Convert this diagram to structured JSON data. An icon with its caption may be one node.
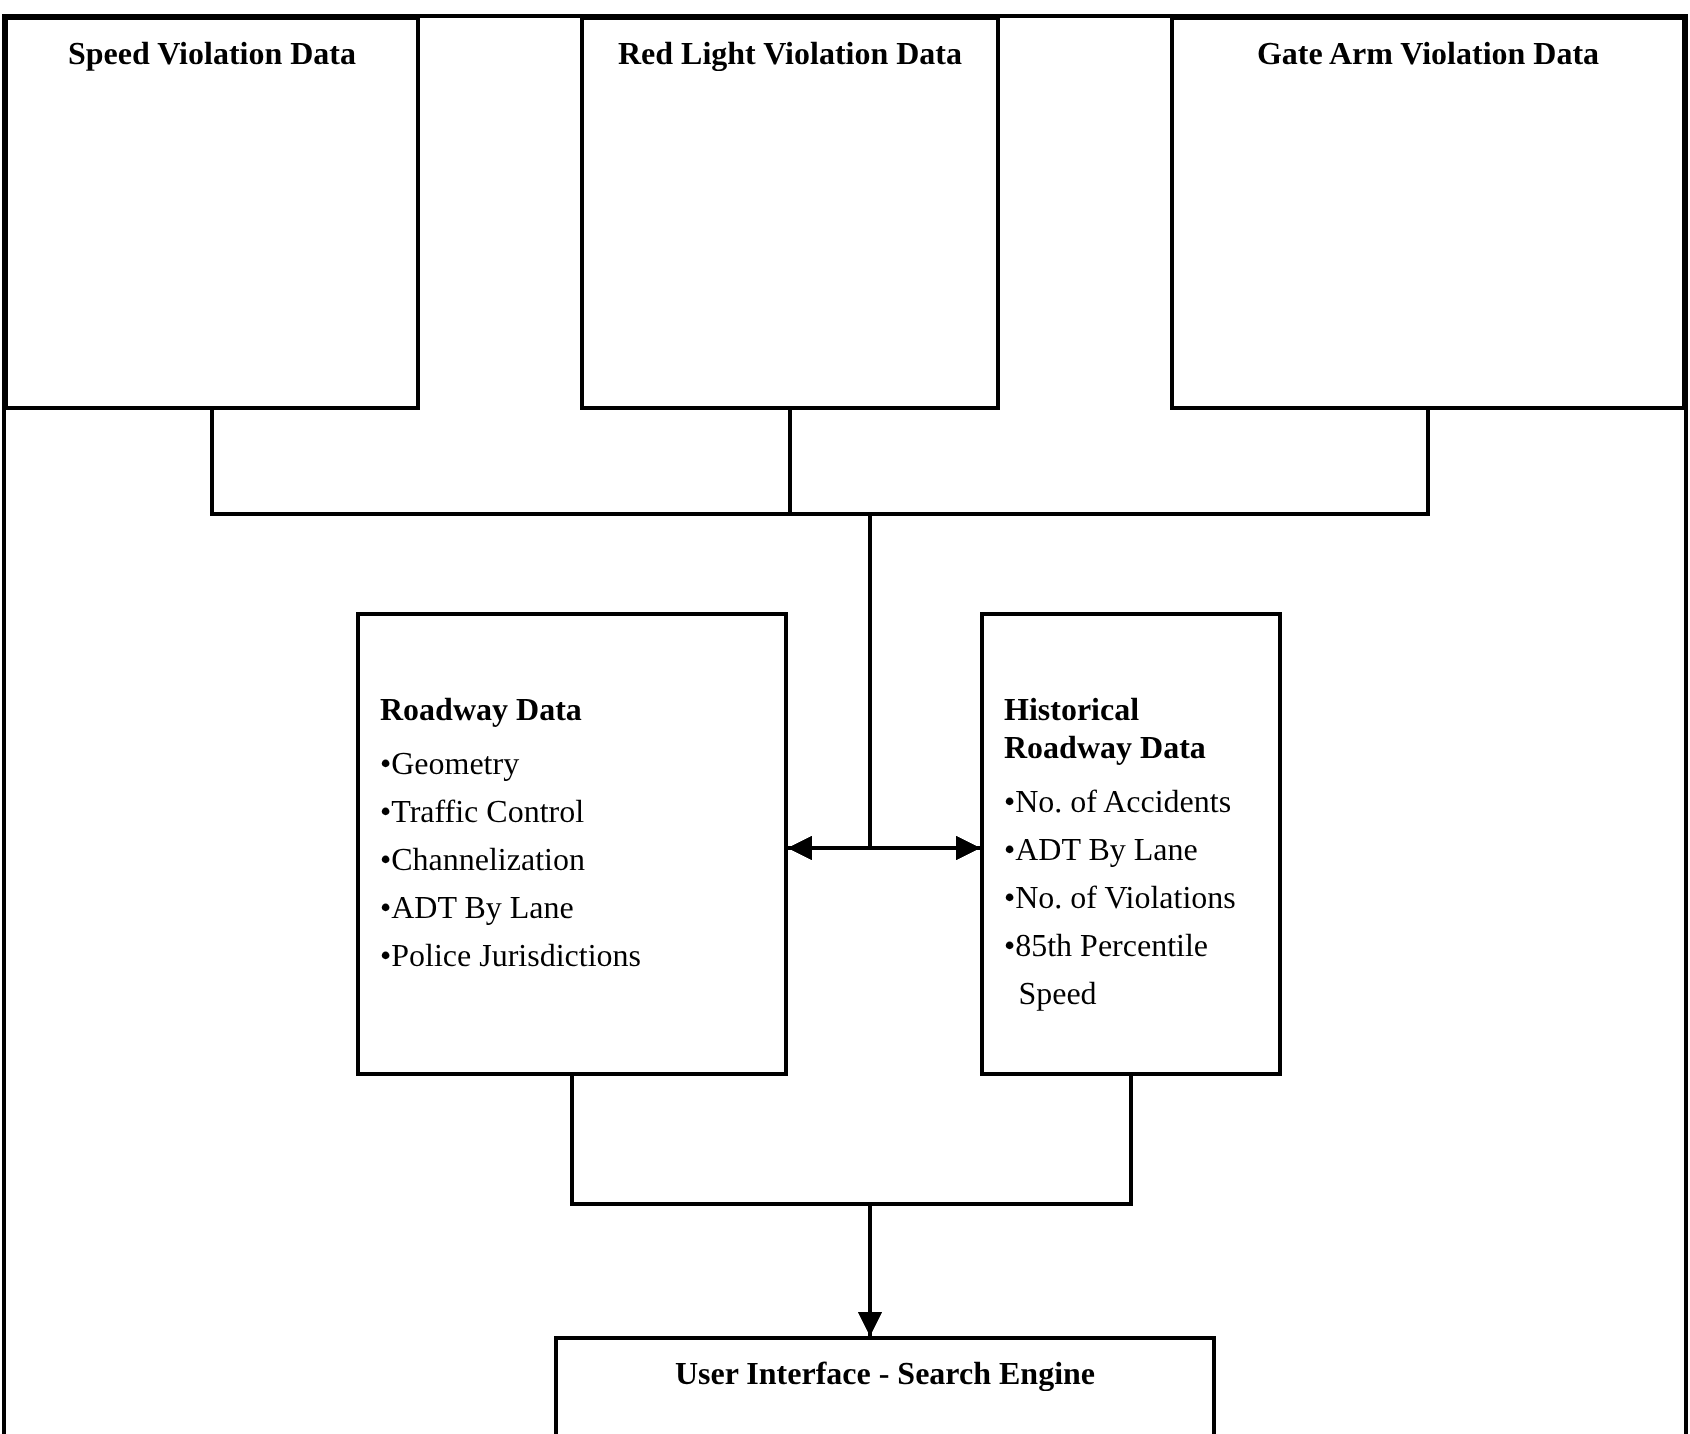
{
  "diagram": {
    "nodes": [
      {
        "text": [
          "Speed Violation Data"
        ]
      },
      {
        "text": [
          "Red Light Violation Data"
        ]
      },
      {
        "text": [
          "Gate Arm Violation Data"
        ]
      },
      {
        "text": [
          "Roadway Data",
          "•Geometry",
          "•Traffic Control",
          "•Channelization",
          "•ADT By Lane",
          "•Police Jurisdictions"
        ]
      },
      {
        "text": [
          "Historical Roadway Data",
          "•No. of Accidents",
          "•ADT By Lane",
          "•No. of Violations",
          "•85th Percentile Speed"
        ]
      },
      {
        "text": [
          "User Interface - Search Engine"
        ]
      }
    ],
    "edges": [
      {
        "from": 0,
        "to": 3,
        "arrow": "to"
      },
      {
        "from": 1,
        "to": 3,
        "arrow": "to"
      },
      {
        "from": 2,
        "to": 3,
        "arrow": "to"
      },
      {
        "from": 0,
        "to": 4,
        "arrow": "to"
      },
      {
        "from": 1,
        "to": 4,
        "arrow": "to"
      },
      {
        "from": 2,
        "to": 4,
        "arrow": "to"
      },
      {
        "from": 3,
        "to": 5,
        "arrow": "to"
      },
      {
        "from": 4,
        "to": 5,
        "arrow": "to"
      }
    ]
  }
}
